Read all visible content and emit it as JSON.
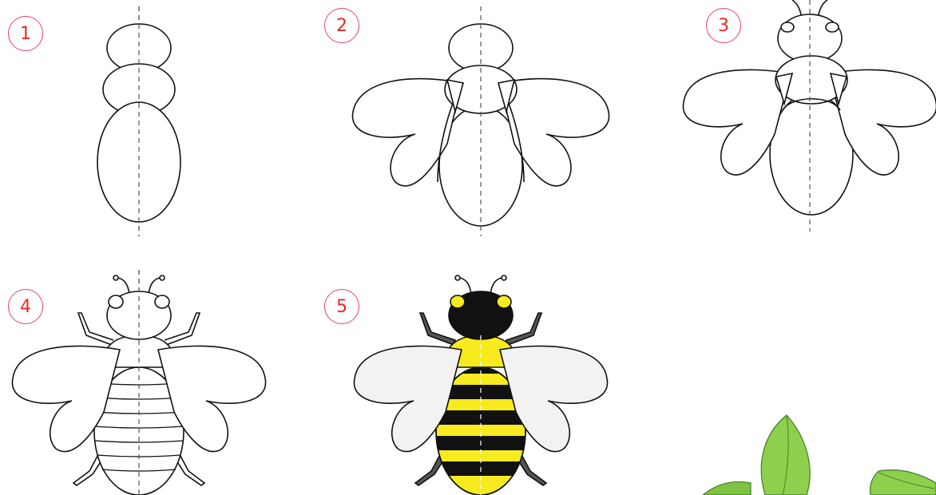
{
  "steps": [
    {
      "number": "1"
    },
    {
      "number": "2"
    },
    {
      "number": "3"
    },
    {
      "number": "4"
    },
    {
      "number": "5"
    }
  ],
  "colors": {
    "badge_border": "#e0417e",
    "badge_text": "#e52a2a",
    "outline": "#111111",
    "guide_line": "#555555",
    "bee_yellow": "#f7ea1e",
    "bee_black": "#111111",
    "wing_fill": "#f2f2f2",
    "leaf_green": "#6dbb3a"
  },
  "icons": [
    "bee-step-1",
    "bee-step-2",
    "bee-step-3",
    "bee-step-4",
    "bee-step-5",
    "leaf-decoration"
  ]
}
